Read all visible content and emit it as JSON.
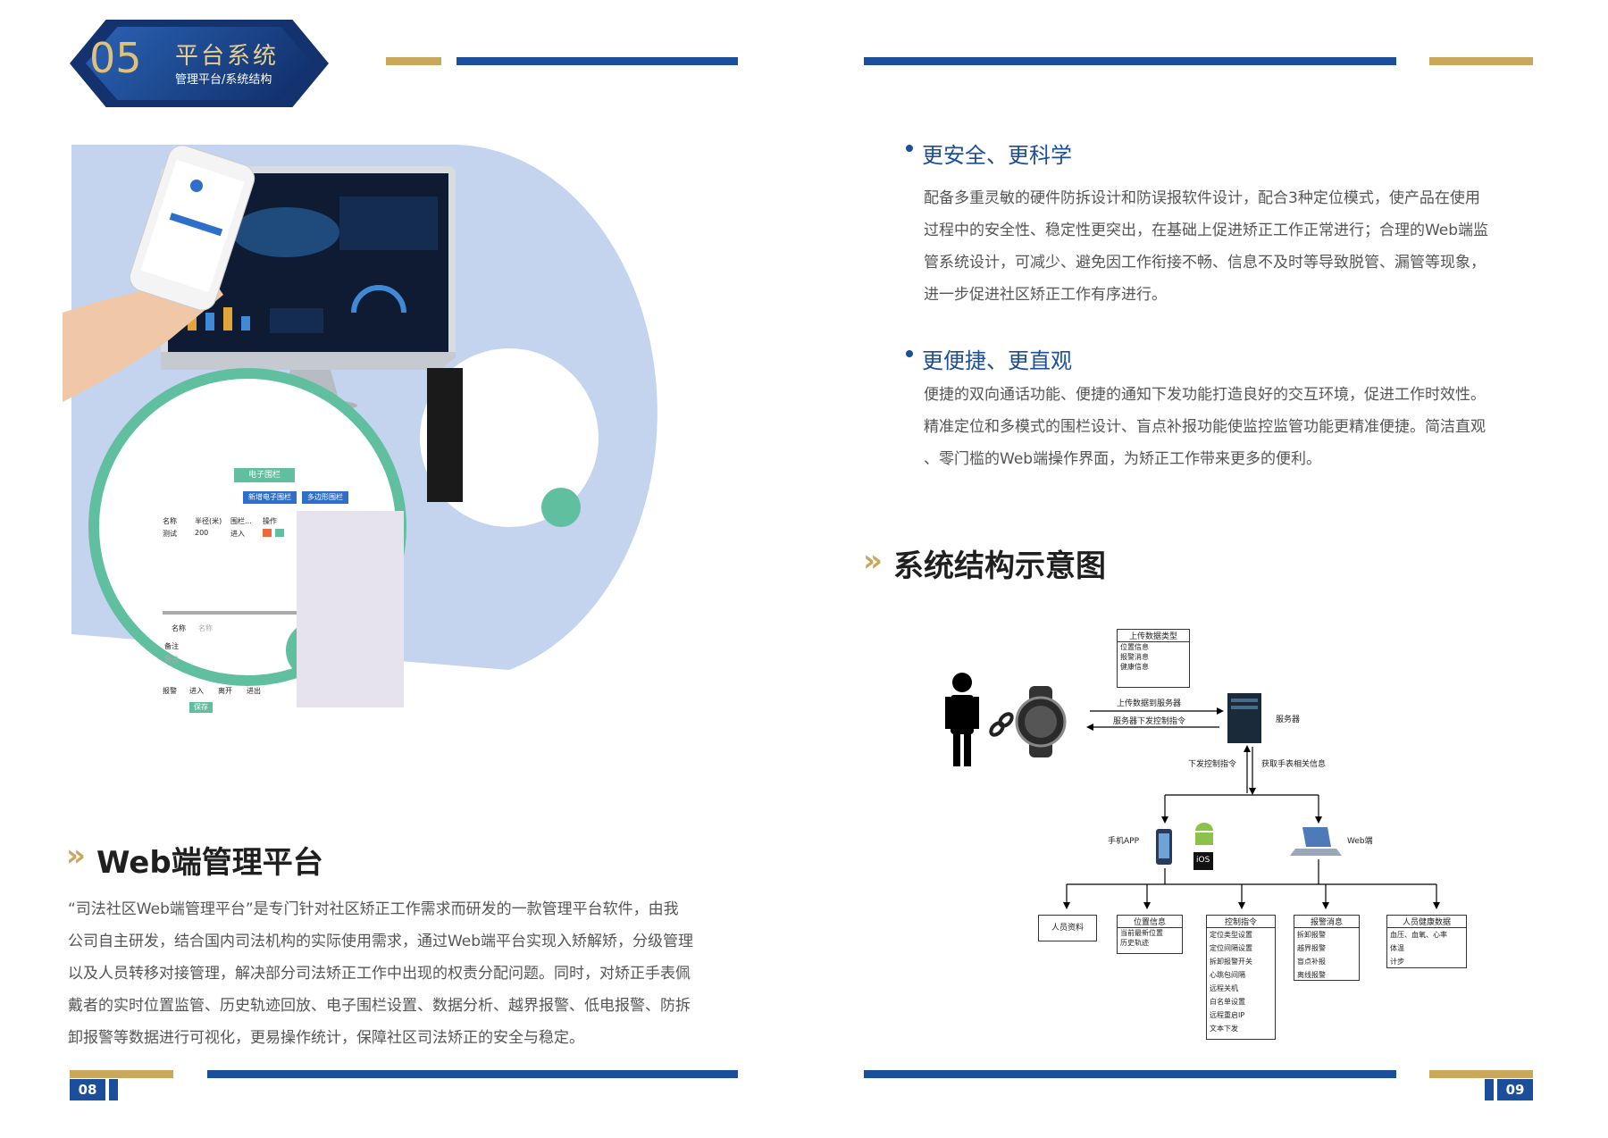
{
  "header": {
    "badge_number": "05",
    "badge_title": "平台系统",
    "badge_subtitle": "管理平台/系统结构"
  },
  "left": {
    "section_title": "Web端管理平台",
    "paragraph_lines": [
      "“司法社区Web端管理平台”是专门针对社区矫正工作需求而研发的一款管理平台软件，由我",
      "公司自主研发，结合国内司法机构的实际使用需求，通过Web端平台实现入矫解矫，分级管理",
      "以及人员转移对接管理，解决部分司法矫正工作中出现的权责分配问题。同时，对矫正手表佩",
      "戴者的实时位置监管、历史轨迹回放、电子围栏设置、数据分析、越界报警、低电报警、防拆",
      "卸报警等数据进行可视化，更易操作统计，保障社区司法矫正的安全与稳定。"
    ],
    "page_number": "08",
    "fence_ui": {
      "tab": "电子围栏",
      "btn_new": "新增电子围栏",
      "btn_multi": "多边形围栏",
      "col_name": "名称",
      "col_radius": "半径(米)",
      "col_type": "围栏...",
      "col_op": "操作",
      "row_name": "测试",
      "row_radius": "200",
      "row_type": "进入",
      "field_name": "名称",
      "field_placeholder": "名称",
      "field_note": "备注",
      "note_placeholder": "备注",
      "alarm": "报警",
      "opt_in": "进入",
      "opt_out": "离开",
      "opt_inout": "进出",
      "save": "保存"
    }
  },
  "right": {
    "bullets": [
      {
        "title": "更安全、更科学",
        "lines": [
          "配备多重灵敏的硬件防拆设计和防误报软件设计，配合3种定位模式，使产品在使用",
          "过程中的安全性、稳定性更突出，在基础上促进矫正工作正常进行；合理的Web端监",
          "管系统设计，可减少、避免因工作衔接不畅、信息不及时等导致脱管、漏管等现象，",
          "进一步促进社区矫正工作有序进行。"
        ]
      },
      {
        "title": "更便捷、更直观",
        "lines": [
          "便捷的双向通话功能、便捷的通知下发功能打造良好的交互环境，促进工作时效性。",
          "精准定位和多模式的围栏设计、盲点补报功能使监控监管功能更精准便捷。简洁直观",
          "、零门槛的Web端操作界面，为矫正工作带来更多的便利。"
        ]
      }
    ],
    "section_title": "系统结构示意图",
    "page_number": "09"
  },
  "diagram": {
    "upload_box": {
      "title": "上传数据类型",
      "items": [
        "位置信息",
        "报警消息",
        "健康信息"
      ]
    },
    "arrow_up_label": "上传数据到服务器",
    "arrow_down_label": "服务器下发控制指令",
    "server_label": "服务器",
    "left_vertical_label": "下发控制指令",
    "right_vertical_label": "获取手表相关信息",
    "phone_label": "手机APP",
    "web_label": "Web端",
    "ios_label": "iOS",
    "bottom_boxes": [
      {
        "title": "人员资料",
        "items": []
      },
      {
        "title": "位置信息",
        "items": [
          "当前最新位置",
          "历史轨迹"
        ]
      },
      {
        "title": "控制指令",
        "items": [
          "定位类型设置",
          "定位间隔设置",
          "拆卸报警开关",
          "心跳包间隔",
          "远程关机",
          "白名单设置",
          "远程重启IP",
          "文本下发"
        ]
      },
      {
        "title": "报警消息",
        "items": [
          "拆卸报警",
          "越界报警",
          "盲点补报",
          "离线报警"
        ]
      },
      {
        "title": "人员健康数据",
        "items": [
          "血压、血氧、心率",
          "体温",
          "计步"
        ]
      }
    ]
  },
  "colors": {
    "navy": "#1b4e9b",
    "gold": "#c9a85c",
    "teal": "#5fbf9f",
    "light_blue": "#c4d4ee"
  }
}
